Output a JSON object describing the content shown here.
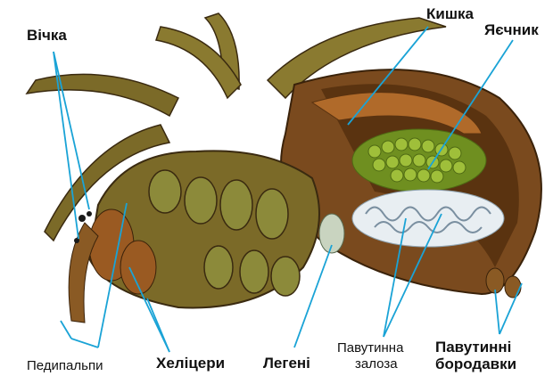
{
  "labels": {
    "eyes": "Вічка",
    "intestine": "Кишка",
    "ovary": "Яєчник",
    "pedipalps": "Педипальпи",
    "chelicerae": "Хеліцери",
    "lungs": "Легені",
    "silk_gland_line1": "Павутинна",
    "silk_gland_line2": "залоза",
    "spinnerets_line1": "Павутинні",
    "spinnerets_line2": "бородавки"
  },
  "colors": {
    "leader_line": "#1aa3d6",
    "body_brown": "#7a4a1e",
    "leg_olive": "#7b7a32",
    "eggs_green": "#9fbf3a",
    "gland_white": "#e8eef2"
  }
}
